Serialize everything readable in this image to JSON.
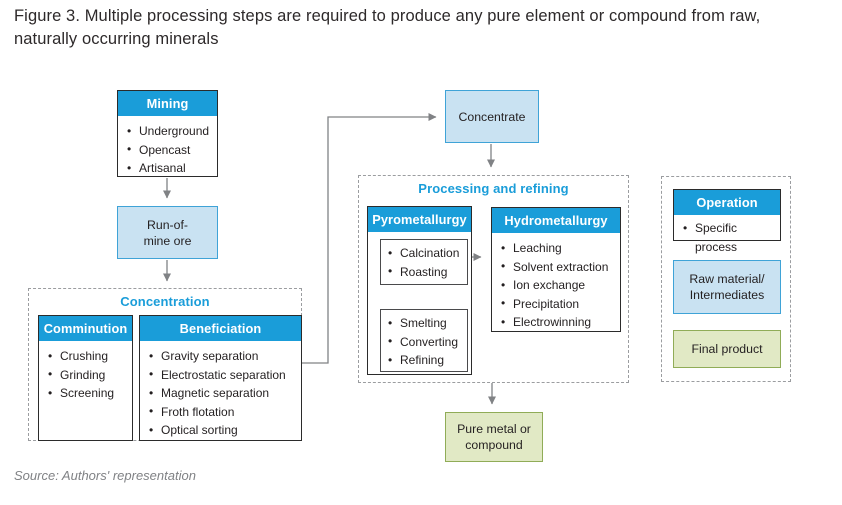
{
  "title": "Figure 3. Multiple processing steps are required to produce any pure element or compound from raw, naturally occurring minerals",
  "source_note": "Source: Authors' representation",
  "colors": {
    "accent_blue": "#1a9dd9",
    "light_blue_fill": "#c9e2f2",
    "light_blue_border": "#3fa3d7",
    "green_fill": "#e1e9c5",
    "green_border": "#90ac57",
    "arrow_gray": "#808285",
    "dashed_border_gray": "#9b9da0",
    "text_dark": "#231f20"
  },
  "mining": {
    "header": "Mining",
    "items": [
      "Underground",
      "Opencast",
      "Artisanal"
    ]
  },
  "run_of_mine": {
    "line1": "Run-of-",
    "line2": "mine ore"
  },
  "concentration": {
    "title": "Concentration",
    "comminution": {
      "header": "Comminution",
      "items": [
        "Crushing",
        "Grinding",
        "Screening"
      ]
    },
    "beneficiation": {
      "header": "Beneficiation",
      "items": [
        "Gravity separation",
        "Electrostatic separation",
        "Magnetic separation",
        "Froth flotation",
        "Optical sorting"
      ]
    }
  },
  "concentrate": {
    "label": "Concentrate"
  },
  "processing": {
    "title": "Processing and refining",
    "pyrometallurgy": {
      "header": "Pyrometallurgy",
      "stage1_items": [
        "Calcination",
        "Roasting"
      ],
      "stage2_items": [
        "Smelting",
        "Converting",
        "Refining"
      ]
    },
    "hydrometallurgy": {
      "header": "Hydrometallurgy",
      "items": [
        "Leaching",
        "Solvent extraction",
        "Ion exchange",
        "Precipitation",
        "Electrowinning"
      ]
    }
  },
  "pure_metal": {
    "line1": "Pure metal or",
    "line2": "compound"
  },
  "legend": {
    "operation": {
      "header": "Operation",
      "items": [
        "Specific process"
      ]
    },
    "raw_material": {
      "line1": "Raw material/",
      "line2": "Intermediates"
    },
    "final_product": {
      "label": "Final product"
    }
  }
}
